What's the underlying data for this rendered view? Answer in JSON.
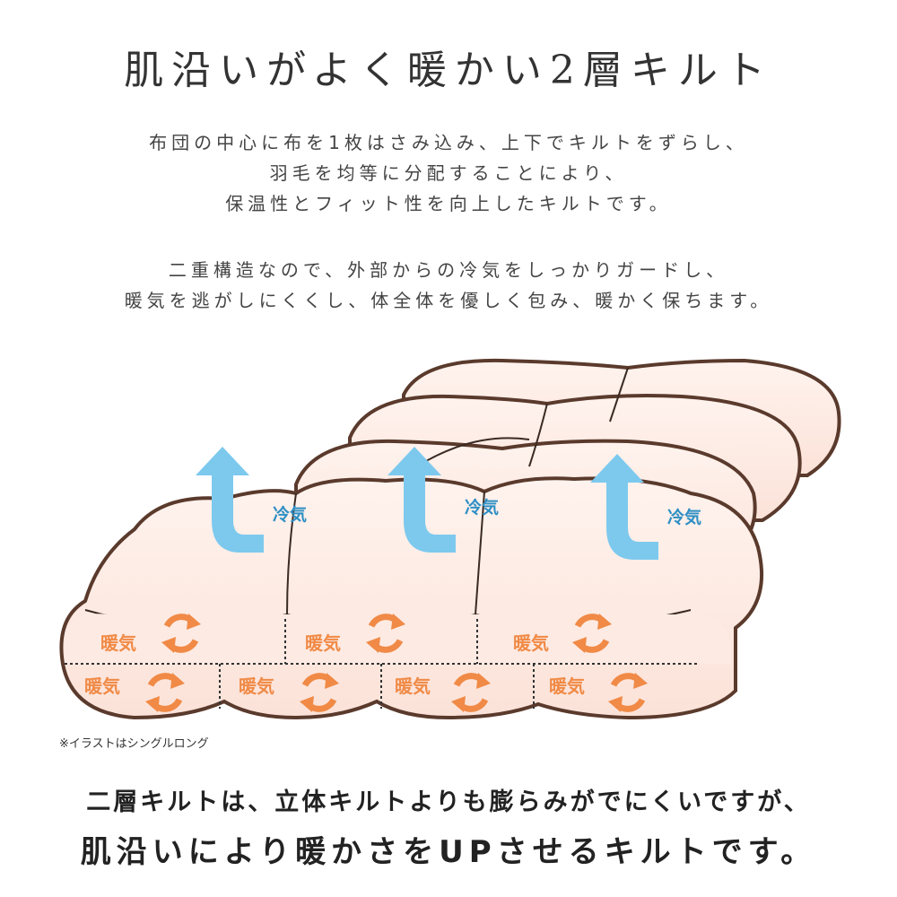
{
  "title": "肌沿いがよく暖かい2層キルト",
  "description1": [
    "布団の中心に布を1枚はさみ込み、上下でキルトをずらし、",
    "羽毛を均等に分配することにより、",
    "保温性とフィット性を向上したキルトです。"
  ],
  "description2": [
    "二重構造なので、外部からの冷気をしっかりガードし、",
    "暖気を逃がしにくくし、体全体を優しく包み、暖かく保ちます。"
  ],
  "illustration": {
    "cold_label": "冷気",
    "warm_label": "暖気",
    "colors": {
      "fill": "#fde9e2",
      "outline": "#5a3a2c",
      "cold": "#7dc9ee",
      "warm": "#f08a46"
    }
  },
  "note": "※イラストはシングルロング",
  "footer": [
    "二層キルトは、立体キルトよりも膨らみがでにくいですが、",
    "肌沿いにより暖かさをUPさせるキルトです。"
  ]
}
